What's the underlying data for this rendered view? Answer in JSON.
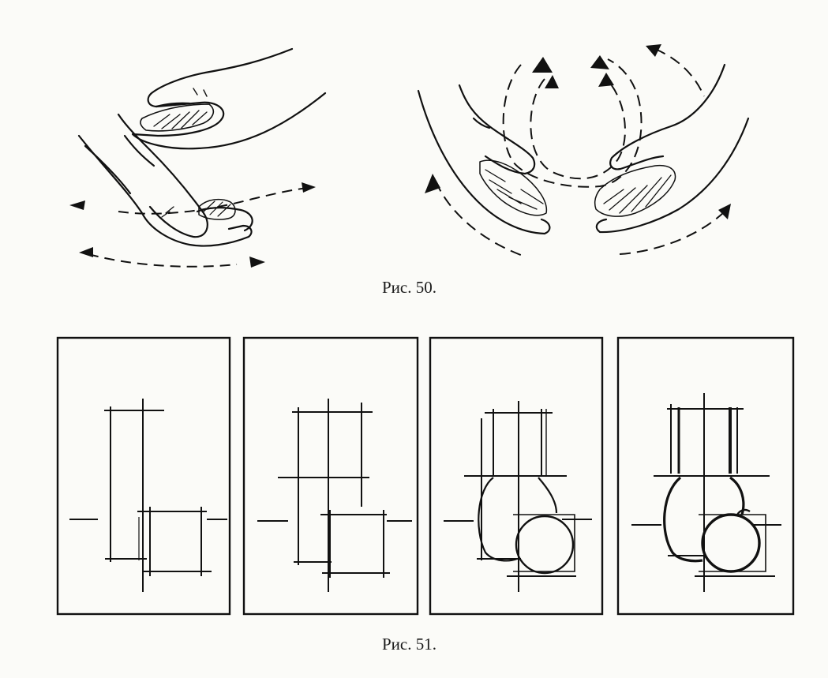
{
  "figures": [
    {
      "id": "fig-50",
      "caption": "Рис. 50."
    },
    {
      "id": "fig-51",
      "caption": "Рис. 51."
    }
  ],
  "fig51": {
    "panel_count": 4
  }
}
